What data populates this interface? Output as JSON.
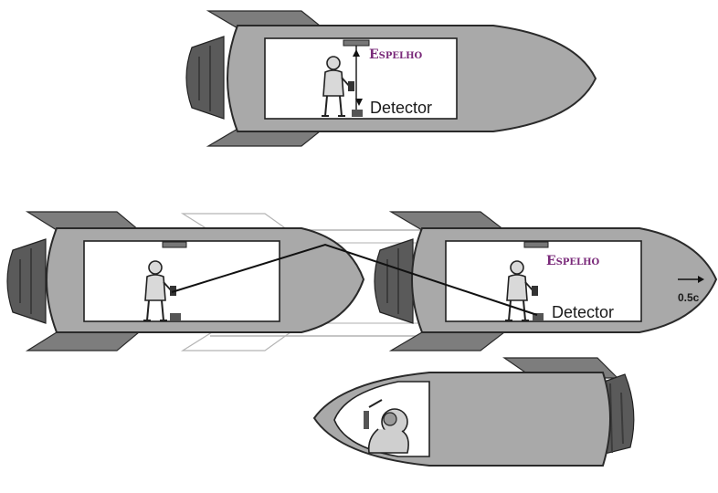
{
  "labels": {
    "mirror_top": "Espelho",
    "detector_top": "Detector",
    "mirror_right": "Espelho",
    "detector_right": "Detector",
    "speed": "0.5c"
  },
  "colors": {
    "hull": "#a9a9a9",
    "fin": "#7d7d7d",
    "exhaust": "#5a5a5a",
    "mirror_label": "#7a2a7a",
    "outline": "#2a2a2a"
  }
}
